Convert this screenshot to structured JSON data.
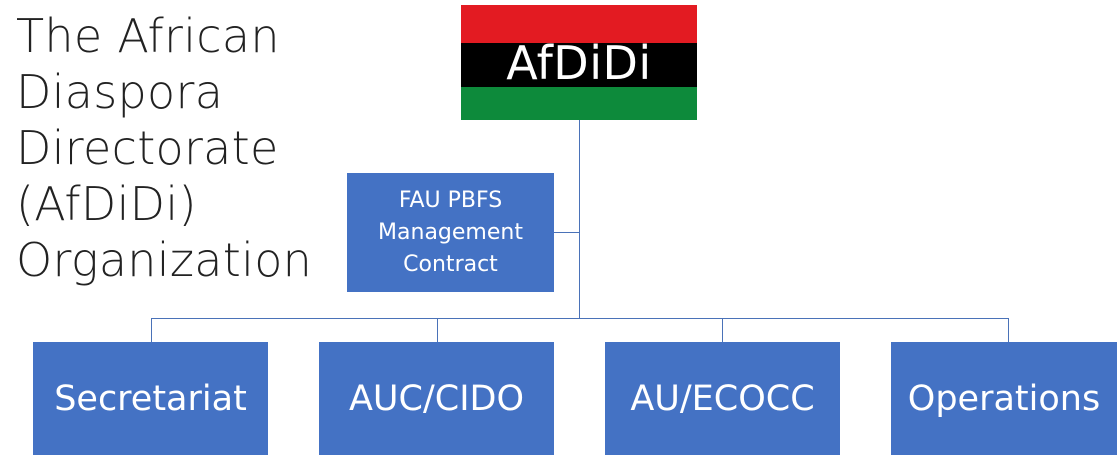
{
  "title": {
    "lines": [
      "The African",
      "Diaspora",
      "Directorate",
      "(AfDiDi)",
      "Organization"
    ]
  },
  "logo": {
    "text": "AfDiDi",
    "colors": {
      "red": "#e31b22",
      "black": "#000000",
      "green": "#0d8a3b"
    }
  },
  "contract_box": {
    "lines": [
      "FAU PBFS",
      "Management",
      "Contract"
    ]
  },
  "departments": [
    {
      "label": "Secretariat"
    },
    {
      "label": "AUC/CIDO"
    },
    {
      "label": "AU/ECOCC"
    },
    {
      "label": "Operations"
    }
  ],
  "colors": {
    "box_fill": "#4472c4",
    "connector": "#4a72b8"
  }
}
